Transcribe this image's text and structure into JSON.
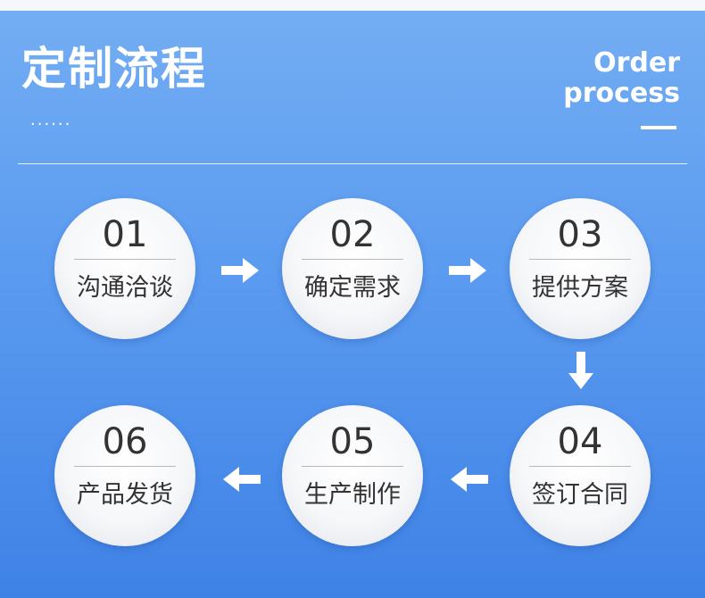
{
  "header": {
    "title": "定制流程",
    "dots": "......",
    "en_title_line1": "Order",
    "en_title_line2": "process"
  },
  "steps": [
    {
      "num": "01",
      "label": "沟通洽谈"
    },
    {
      "num": "02",
      "label": "确定需求"
    },
    {
      "num": "03",
      "label": "提供方案"
    },
    {
      "num": "04",
      "label": "签订合同"
    },
    {
      "num": "05",
      "label": "生产制作"
    },
    {
      "num": "06",
      "label": "产品发货"
    }
  ],
  "colors": {
    "background_top": "#74aef3",
    "background_bottom": "#3f82e6",
    "text": "#333333",
    "accent": "#ffffff"
  }
}
